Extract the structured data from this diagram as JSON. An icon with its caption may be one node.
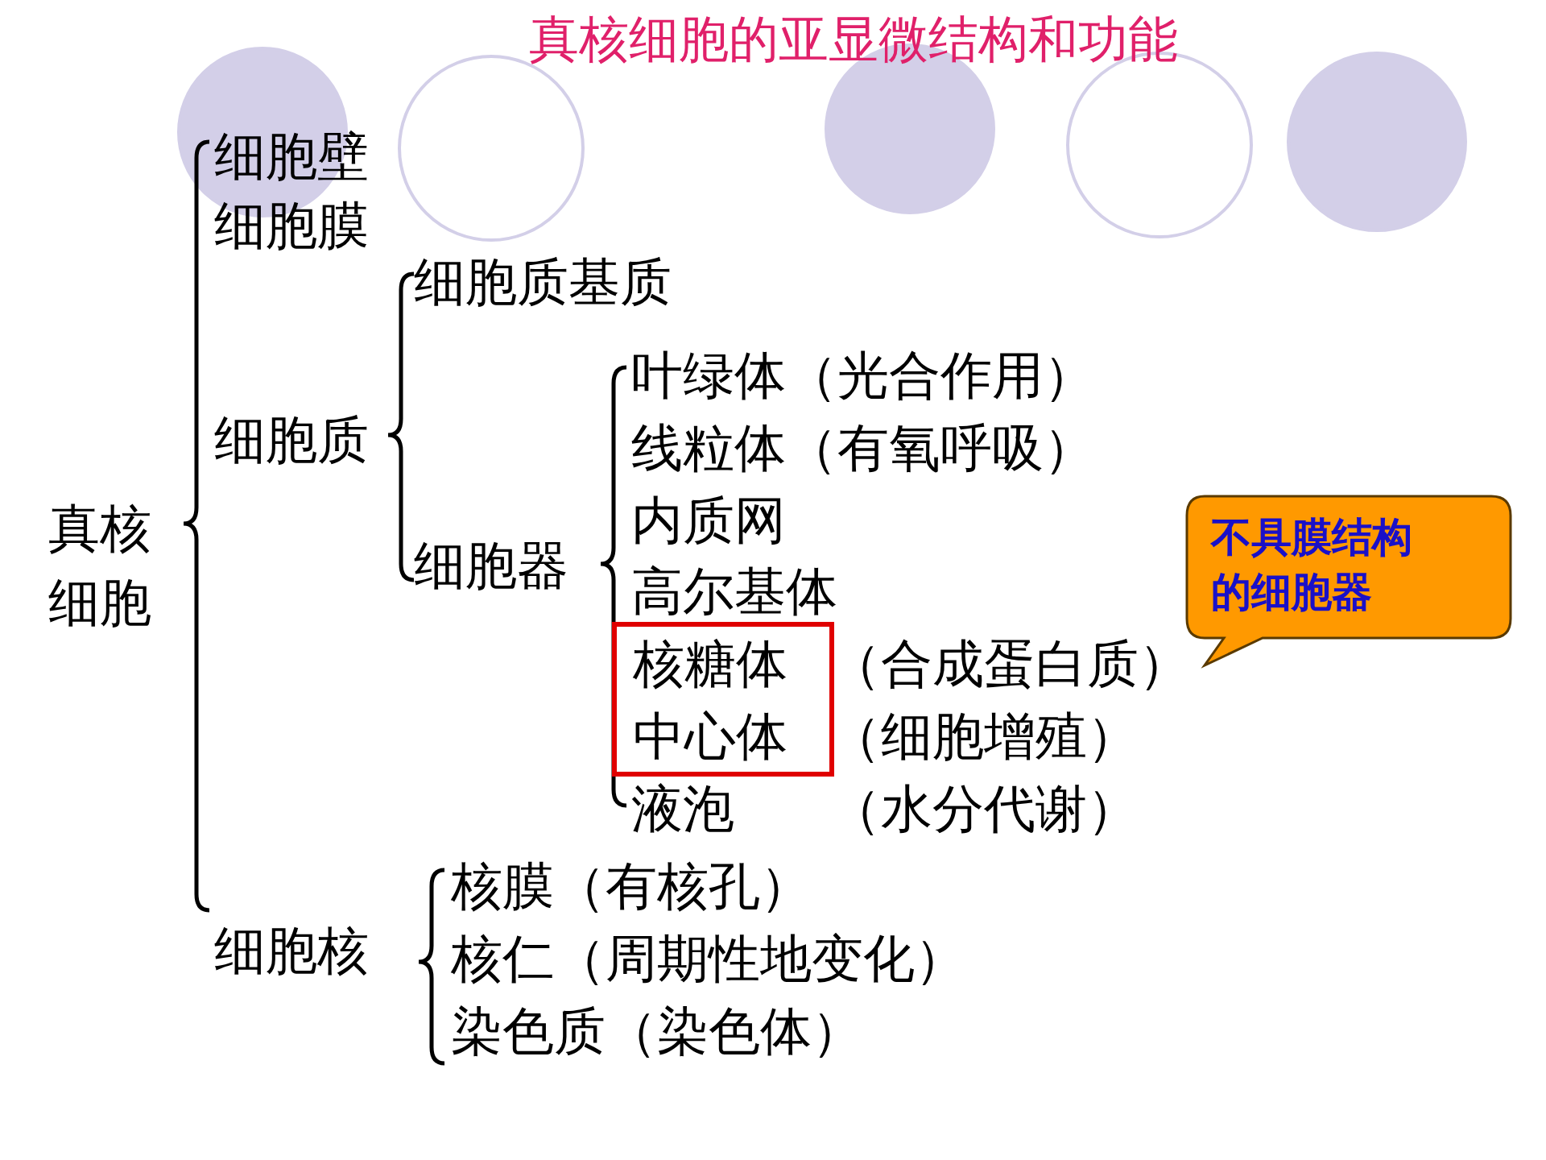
{
  "diagram": {
    "title": "真核细胞的亚显微结构和功能",
    "nodes": [
      {
        "text": [
          "不具膜结构的细胞器"
        ]
      },
      {
        "text": [
          "核糖体",
          "中心体"
        ]
      }
    ],
    "labels": [
      "细胞壁",
      "细胞膜",
      "细胞质基质",
      "叶绿体（光合作用）",
      "线粒体（有氧呼吸）",
      "细胞质",
      "真核细胞",
      "内质网",
      "细胞器",
      "高尔基体",
      "（合成蛋白质）",
      "（细胞增殖）",
      "液泡",
      "（水分代谢）",
      "核膜（有核孔）",
      "细胞核",
      "核仁（周期性地变化）",
      "染色质（染色体）"
    ]
  }
}
